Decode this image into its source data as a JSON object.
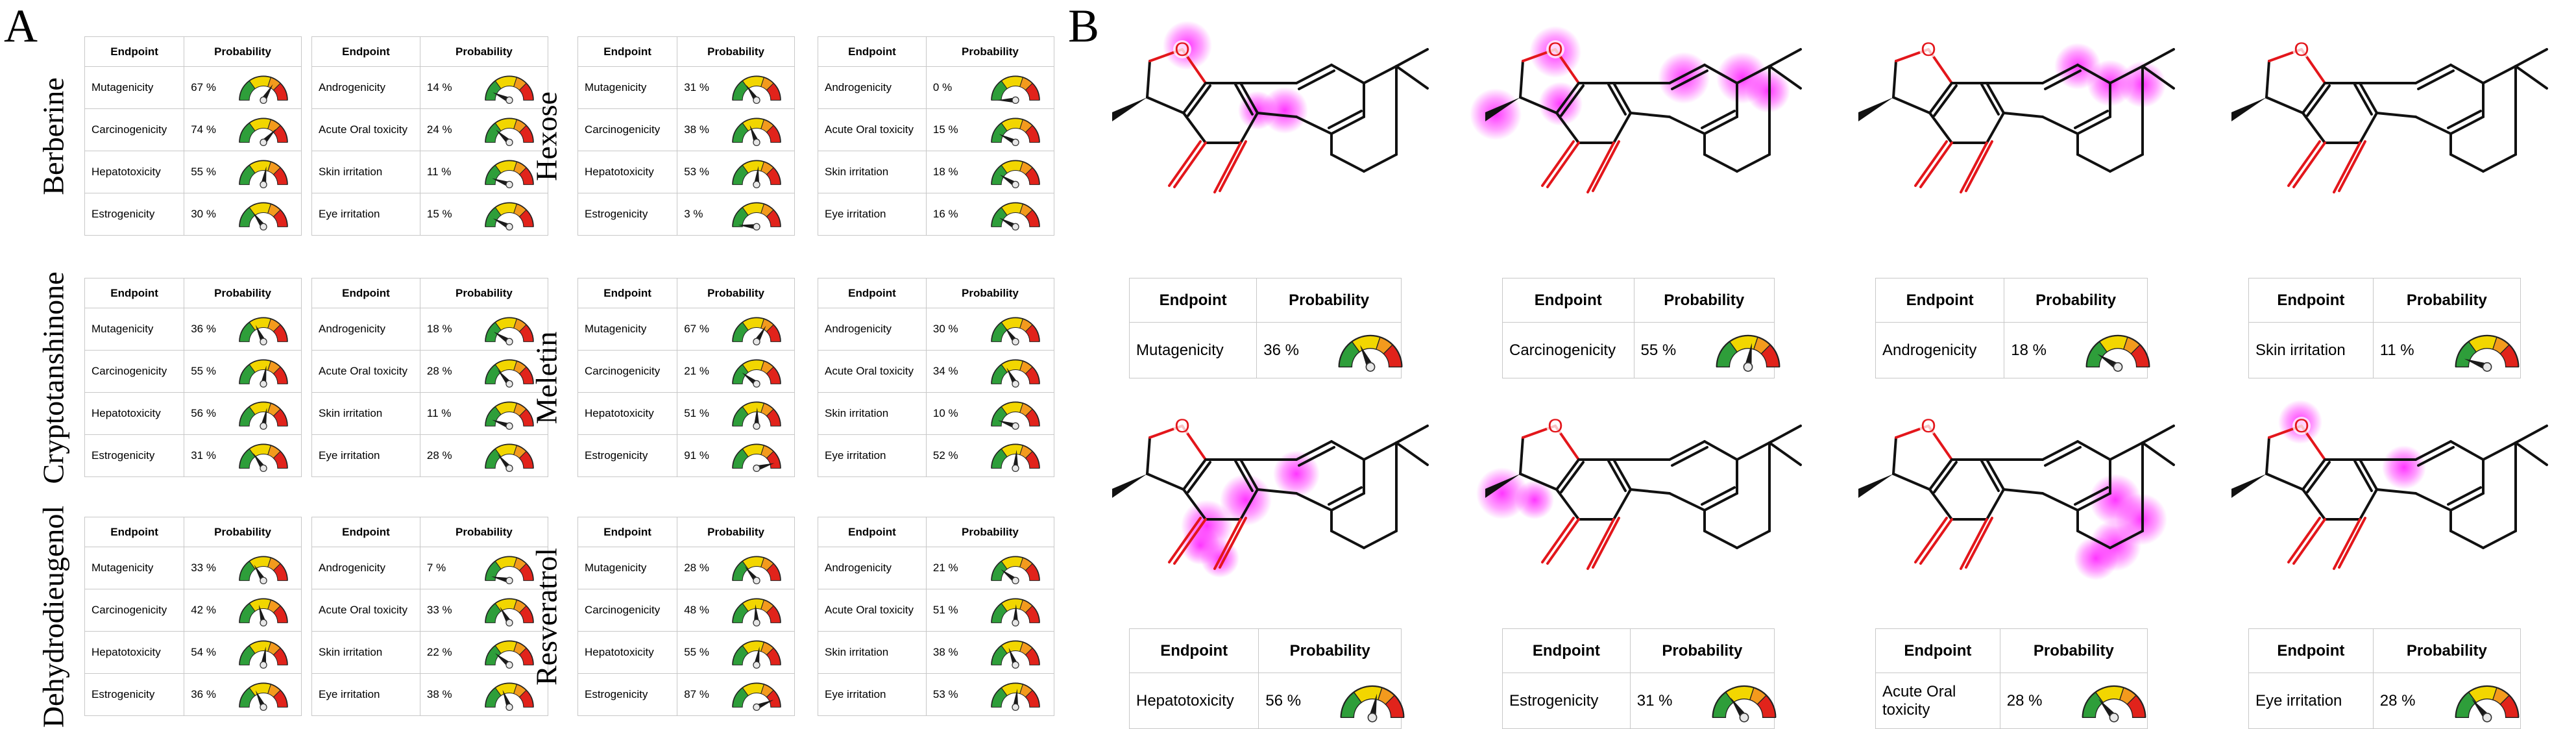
{
  "panels": {
    "a": "A",
    "b": "B"
  },
  "header": {
    "endpoint": "Endpoint",
    "probability": "Probability"
  },
  "panel_a": {
    "compounds": [
      {
        "name": "Berberine",
        "left": [
          [
            "Mutagenicity",
            "67 %",
            0.67
          ],
          [
            "Carcinogenicity",
            "74 %",
            0.74
          ],
          [
            "Hepatotoxicity",
            "55 %",
            0.55
          ],
          [
            "Estrogenicity",
            "30 %",
            0.3
          ]
        ],
        "right": [
          [
            "Androgenicity",
            "14 %",
            0.14
          ],
          [
            "Acute Oral toxicity",
            "24 %",
            0.24
          ],
          [
            "Skin irritation",
            "11 %",
            0.11
          ],
          [
            "Eye irritation",
            "15 %",
            0.15
          ]
        ]
      },
      {
        "name": "Hexose",
        "left": [
          [
            "Mutagenicity",
            "31 %",
            0.31
          ],
          [
            "Carcinogenicity",
            "38 %",
            0.38
          ],
          [
            "Hepatotoxicity",
            "53 %",
            0.53
          ],
          [
            "Estrogenicity",
            "3 %",
            0.03
          ]
        ],
        "right": [
          [
            "Androgenicity",
            "0 %",
            0.0
          ],
          [
            "Acute Oral toxicity",
            "15 %",
            0.15
          ],
          [
            "Skin irritation",
            "18 %",
            0.18
          ],
          [
            "Eye irritation",
            "16 %",
            0.16
          ]
        ]
      },
      {
        "name": "Cryptotanshinone",
        "left": [
          [
            "Mutagenicity",
            "36 %",
            0.36
          ],
          [
            "Carcinogenicity",
            "55 %",
            0.55
          ],
          [
            "Hepatotoxicity",
            "56 %",
            0.56
          ],
          [
            "Estrogenicity",
            "31 %",
            0.31
          ]
        ],
        "right": [
          [
            "Androgenicity",
            "18 %",
            0.18
          ],
          [
            "Acute Oral toxicity",
            "28 %",
            0.28
          ],
          [
            "Skin irritation",
            "11 %",
            0.11
          ],
          [
            "Eye irritation",
            "28 %",
            0.28
          ]
        ]
      },
      {
        "name": "Meletin",
        "left": [
          [
            "Mutagenicity",
            "67 %",
            0.67
          ],
          [
            "Carcinogenicity",
            "21 %",
            0.21
          ],
          [
            "Hepatotoxicity",
            "51 %",
            0.51
          ],
          [
            "Estrogenicity",
            "91 %",
            0.91
          ]
        ],
        "right": [
          [
            "Androgenicity",
            "30 %",
            0.3
          ],
          [
            "Acute Oral toxicity",
            "34 %",
            0.34
          ],
          [
            "Skin irritation",
            "10 %",
            0.1
          ],
          [
            "Eye irritation",
            "52 %",
            0.52
          ]
        ]
      },
      {
        "name": "Dehydrodieugenol",
        "left": [
          [
            "Mutagenicity",
            "33 %",
            0.33
          ],
          [
            "Carcinogenicity",
            "42 %",
            0.42
          ],
          [
            "Hepatotoxicity",
            "54 %",
            0.54
          ],
          [
            "Estrogenicity",
            "36 %",
            0.36
          ]
        ],
        "right": [
          [
            "Androgenicity",
            "7 %",
            0.07
          ],
          [
            "Acute Oral toxicity",
            "33 %",
            0.33
          ],
          [
            "Skin irritation",
            "22 %",
            0.22
          ],
          [
            "Eye irritation",
            "38 %",
            0.38
          ]
        ]
      },
      {
        "name": "Resveratrol",
        "left": [
          [
            "Mutagenicity",
            "28 %",
            0.28
          ],
          [
            "Carcinogenicity",
            "48 %",
            0.48
          ],
          [
            "Hepatotoxicity",
            "55 %",
            0.55
          ],
          [
            "Estrogenicity",
            "87 %",
            0.87
          ]
        ],
        "right": [
          [
            "Androgenicity",
            "21 %",
            0.21
          ],
          [
            "Acute Oral toxicity",
            "51 %",
            0.51
          ],
          [
            "Skin irritation",
            "38 %",
            0.38
          ],
          [
            "Eye irritation",
            "53 %",
            0.53
          ]
        ]
      }
    ]
  },
  "panel_b": {
    "items": [
      {
        "endpoint": "Mutagenicity",
        "prob": "36 %",
        "value": 0.36,
        "highlight": "mutagenicity"
      },
      {
        "endpoint": "Carcinogenicity",
        "prob": "55 %",
        "value": 0.55,
        "highlight": "carcinogenicity"
      },
      {
        "endpoint": "Androgenicity",
        "prob": "18 %",
        "value": 0.18,
        "highlight": "androgenicity"
      },
      {
        "endpoint": "Skin irritation",
        "prob": "11 %",
        "value": 0.11,
        "highlight": "none"
      },
      {
        "endpoint": "Hepatotoxicity",
        "prob": "56 %",
        "value": 0.56,
        "highlight": "hepatotoxicity"
      },
      {
        "endpoint": "Estrogenicity",
        "prob": "31 %",
        "value": 0.31,
        "highlight": "estrogenicity"
      },
      {
        "endpoint": "Acute Oral toxicity",
        "prob": "28 %",
        "value": 0.28,
        "highlight": "acute-oral"
      },
      {
        "endpoint": "Eye irritation",
        "prob": "28 %",
        "value": 0.28,
        "highlight": "eye-irritation"
      }
    ],
    "atom_label": "O"
  },
  "colors": {
    "gauge_green": "#2e9e3a",
    "gauge_yellow": "#f2d600",
    "gauge_orange": "#f39a1d",
    "gauge_red": "#e1231b",
    "highlight": "#ff2cff",
    "oxygen": "#e3161b",
    "bond": "#111111"
  }
}
